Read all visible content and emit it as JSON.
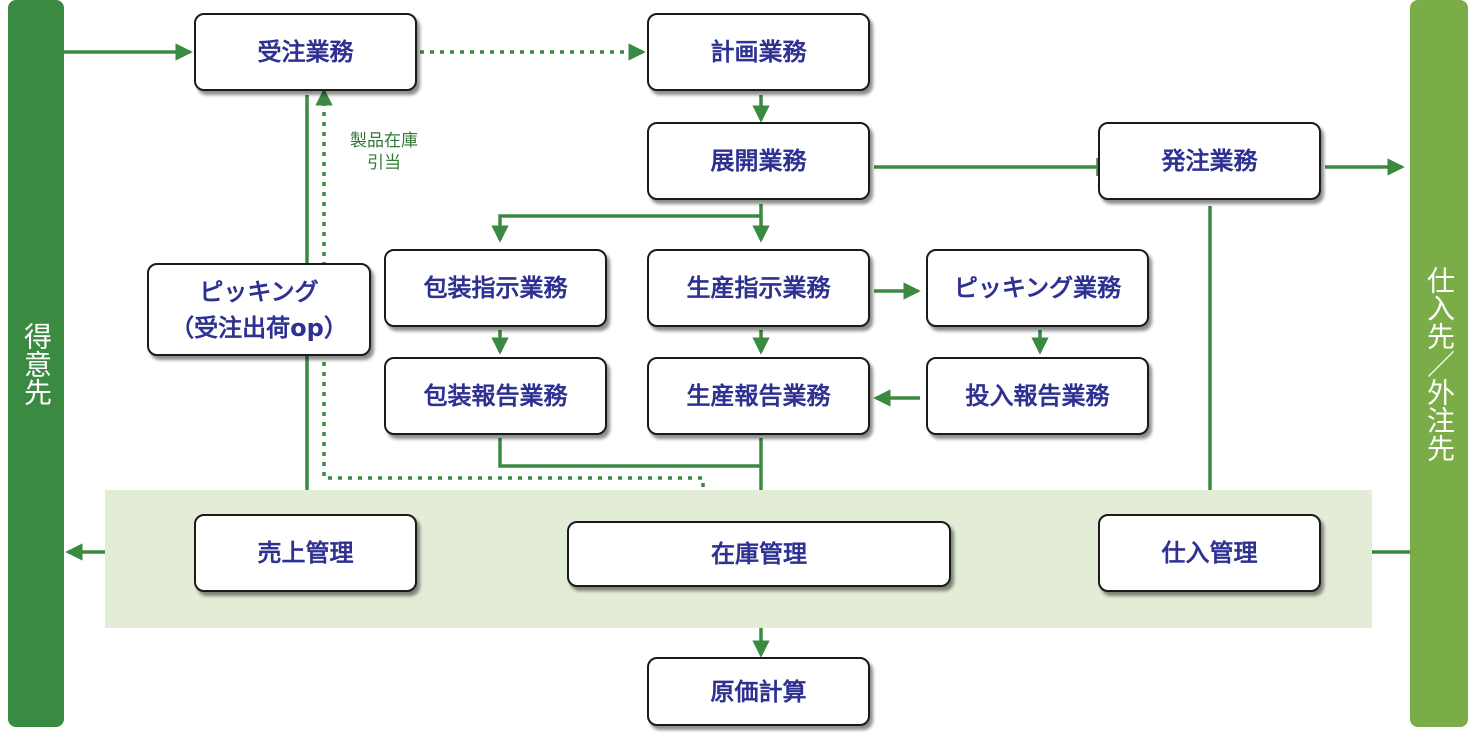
{
  "sides": {
    "customer": "得意先",
    "supplier": "仕入先／外注先"
  },
  "boxes": {
    "order": "受注業務",
    "plan": "計画業務",
    "expand": "展開業務",
    "purchase_order": "発注業務",
    "pack_instr": "包装指示業務",
    "prod_instr": "生産指示業務",
    "picking": "ピッキング業務",
    "pack_report": "包装報告業務",
    "prod_report": "生産報告業務",
    "input_report": "投入報告業務",
    "picking_op_line1": "ピッキング",
    "picking_op_line2": "（受注出荷op）",
    "sales": "売上管理",
    "inventory": "在庫管理",
    "purchasing": "仕入管理",
    "costing": "原価計算"
  },
  "note": {
    "line1": "製品在庫",
    "line2": "引当"
  },
  "colors": {
    "arrow": "#3b8a41",
    "box_text": "#2e3192",
    "box_border": "#1a1a1a",
    "customer_bar": "#3b8a41",
    "supplier_bar": "#7aac47",
    "band": "#e3ecd6"
  }
}
